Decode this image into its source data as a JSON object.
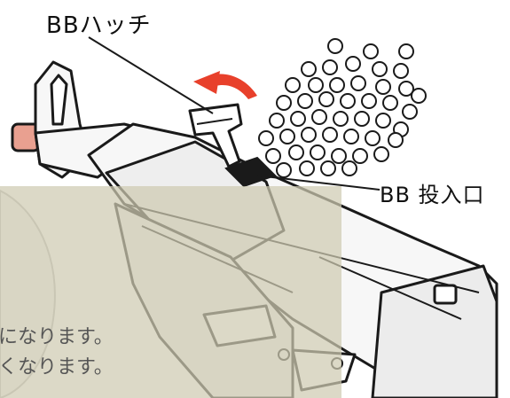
{
  "labels": {
    "hatch": "BBハッチ",
    "port": "BB 投入口"
  },
  "notes": {
    "line1": "になります。",
    "line2": "くなります。"
  },
  "colors": {
    "arrow": "#e8402b",
    "overlay": "#cfcab2",
    "muzzle": "#e9a090",
    "line": "#1a1a1a"
  },
  "icons": {
    "arrow": "red-curved-arrow-icon",
    "bbs": "bb-pellet-icon"
  }
}
